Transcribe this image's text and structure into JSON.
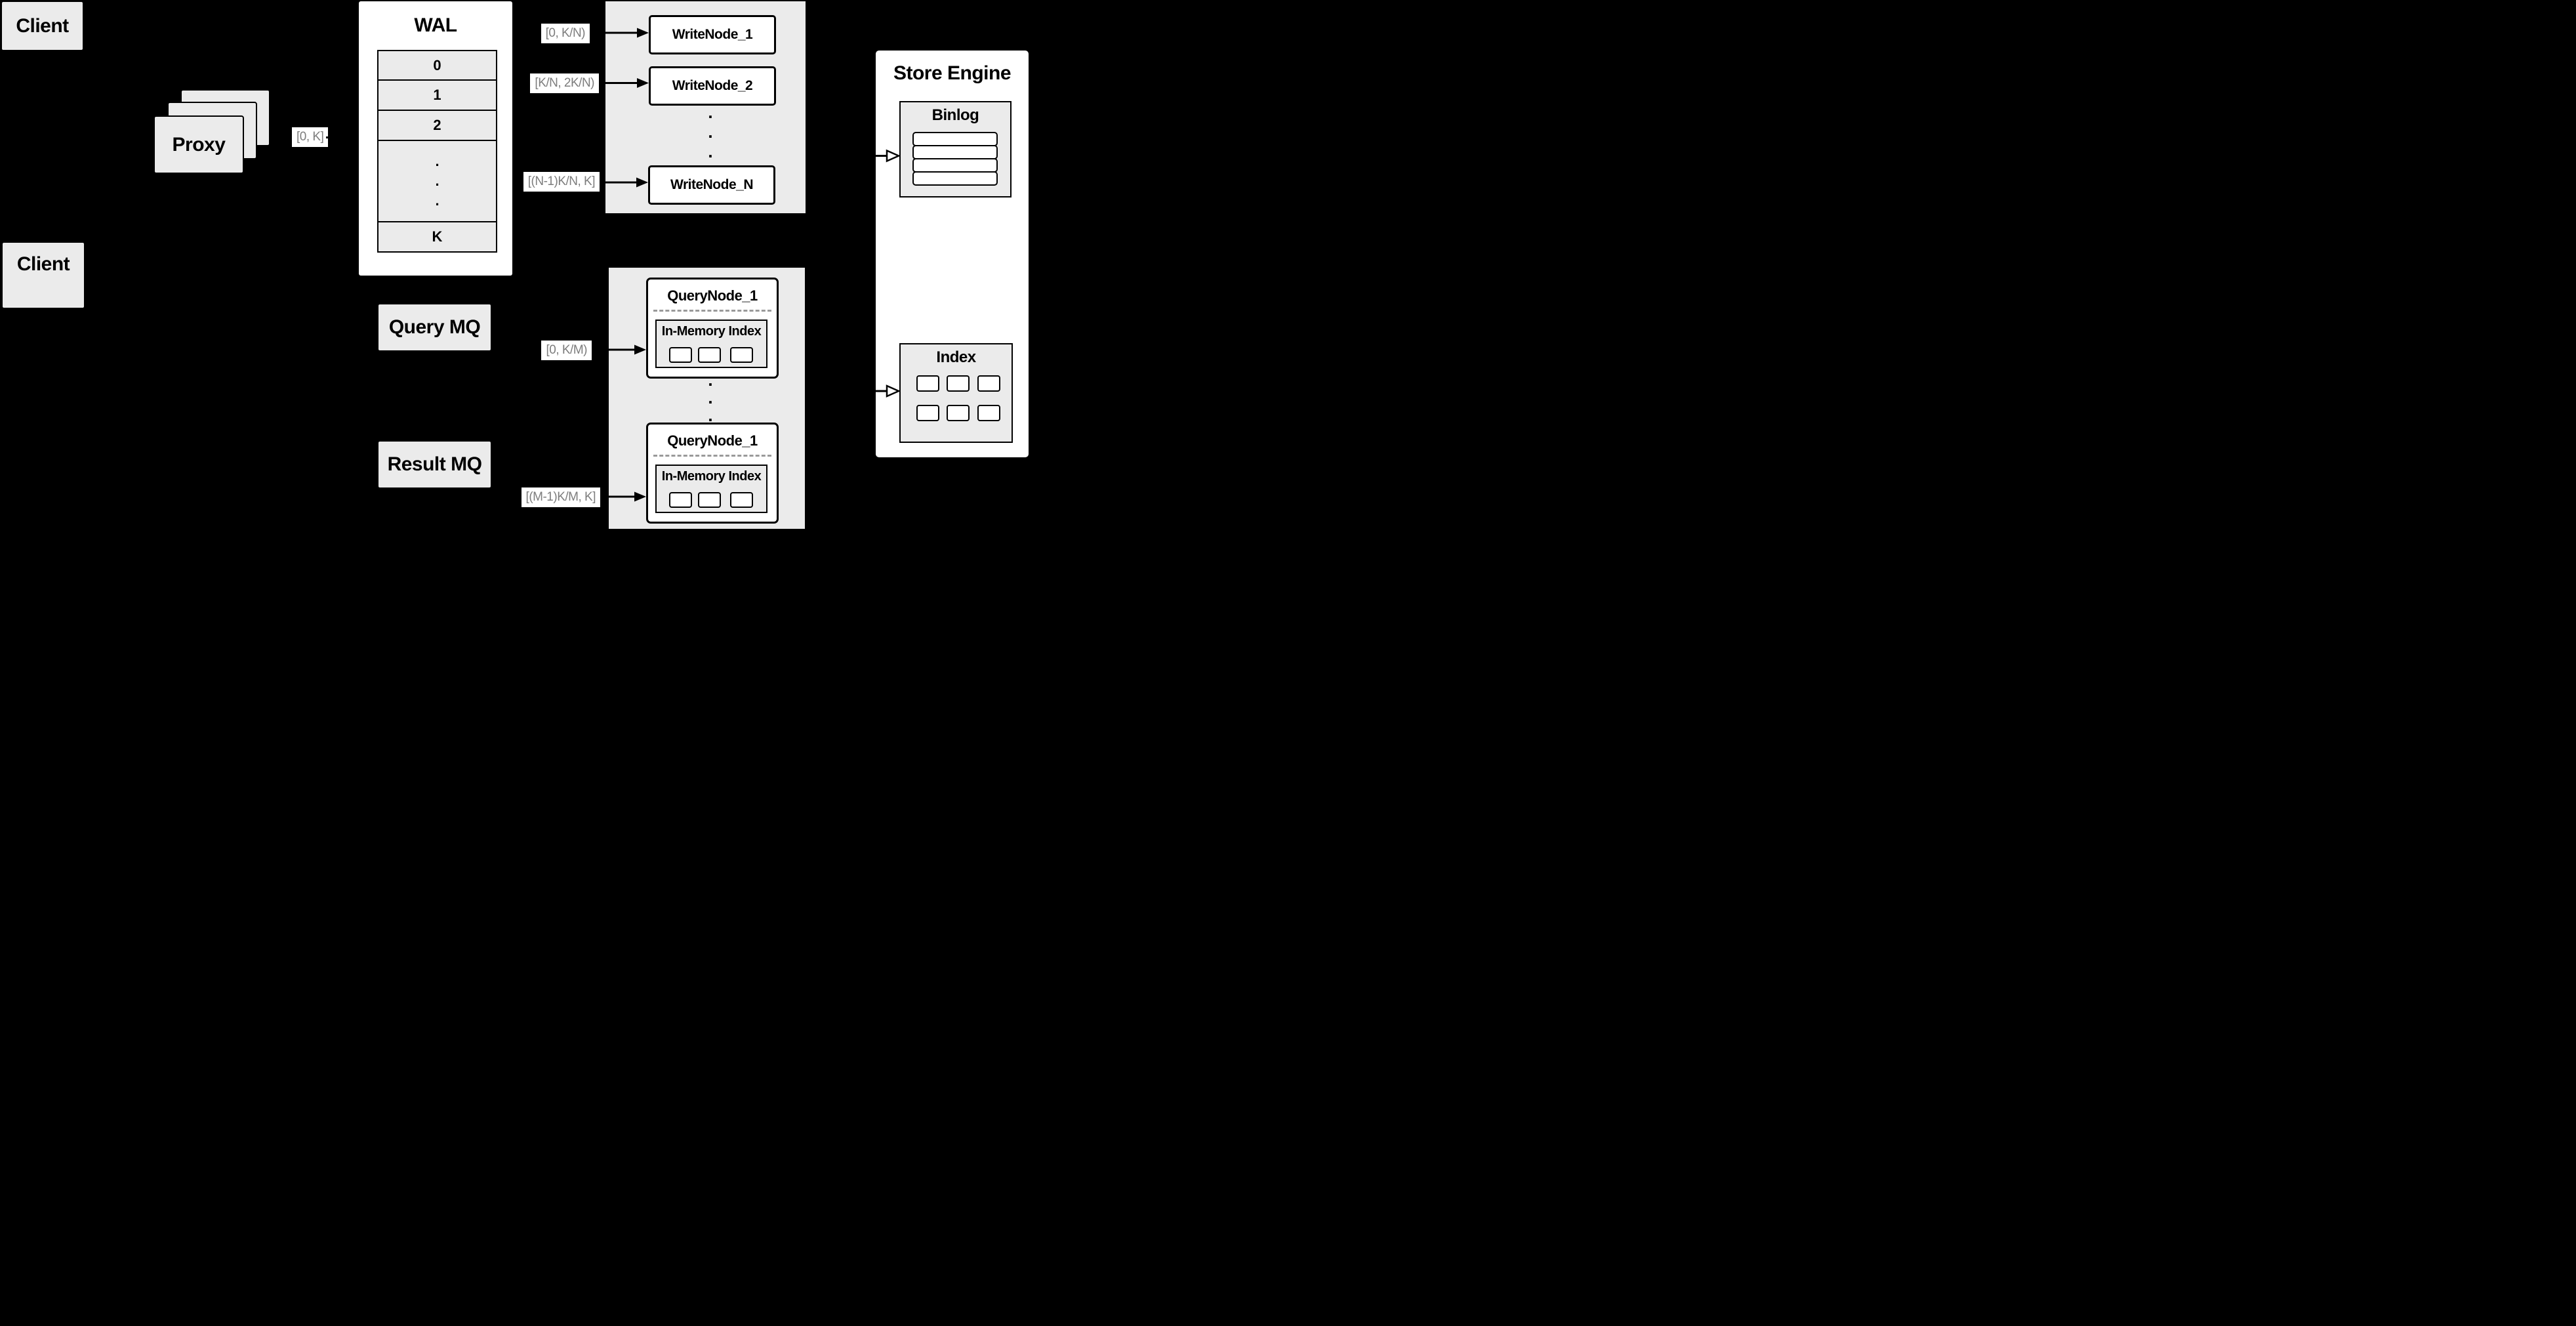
{
  "colors": {
    "background": "#000000",
    "box_fill": "#ebebeb",
    "node_fill": "#ffffff",
    "border": "#000000",
    "chip_text": "#7d7d7d",
    "dash_line": "#9a9a9a"
  },
  "clients": {
    "top_label": "Client",
    "bottom_label": "Client"
  },
  "proxy": {
    "label": "Proxy"
  },
  "ranges": {
    "client_to_wal": "[0, K]",
    "write_1": "[0, K/N)",
    "write_2": "[K/N, 2K/N)",
    "write_n": "[(N-1)K/N, K]",
    "query_1": "[0, K/M)",
    "query_m": "[(M-1)K/M, K]"
  },
  "wal": {
    "title": "WAL",
    "rows": [
      "0",
      "1",
      "2",
      "K"
    ]
  },
  "write_nodes": {
    "nodes": [
      "WriteNode_1",
      "WriteNode_2",
      "WriteNode_N"
    ]
  },
  "query_nodes": {
    "titles": [
      "QueryNode_1",
      "QueryNode_1"
    ],
    "inmem_label": "In-Memory Index"
  },
  "mq": {
    "query": "Query MQ",
    "result": "Result MQ"
  },
  "store": {
    "title": "Store Engine",
    "binlog": "Binlog",
    "index": "Index"
  },
  "dots": {
    "dot": "."
  }
}
